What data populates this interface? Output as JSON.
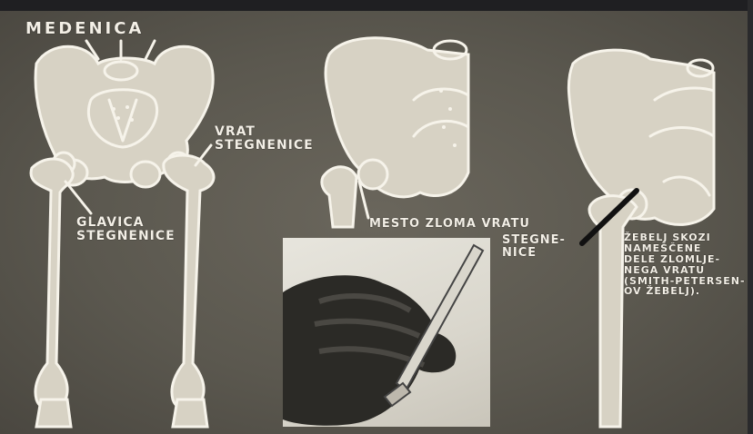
{
  "labels": {
    "medenica": "MEDENICA",
    "vrat_stegnenice": "VRAT\nSTEGNENICE",
    "glavica_stegnenice": "GLAVICA\nSTEGNENICE",
    "mesto_zloma": "MESTO ZLOMA VRATU",
    "stegnenice2": "STEGNE-\nNICE",
    "zebelj_text": "ŽEBELJ SKOZI\nNAMEŠČENE\nDELE ZLOMLJE-\nNEGA VRATU\n(SMITH-PETERSEN-\nOV ŽEBELJ)."
  },
  "colors": {
    "background": "#5b584f",
    "ink": "#f3efe6",
    "bone_fill": "#d7d2c4",
    "photo_bg": "#e0ded5"
  }
}
